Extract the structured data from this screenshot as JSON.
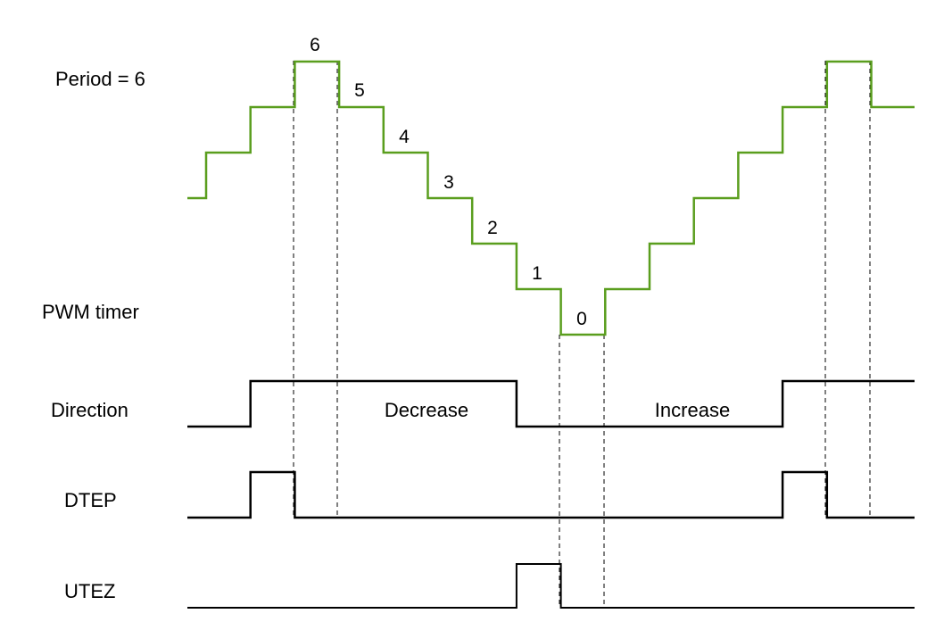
{
  "labels": {
    "period": "Period = 6",
    "pwm_timer": "PWM timer",
    "direction": "Direction",
    "dtep": "DTEP",
    "utez": "UTEZ"
  },
  "regions": {
    "decrease": "Decrease",
    "increase": "Increase"
  },
  "timer_values": [
    "6",
    "5",
    "4",
    "3",
    "2",
    "1",
    "0"
  ],
  "colors": {
    "timer_trace": "#5a9e1e",
    "logic_trace": "#000000",
    "guides": "#000000"
  },
  "signals": {
    "pwm_timer_counts": [
      3,
      4,
      5,
      6,
      5,
      4,
      3,
      2,
      1,
      0,
      1,
      2,
      3,
      4,
      5,
      6,
      5
    ],
    "direction_levels": [
      0,
      0,
      1,
      1,
      1,
      1,
      1,
      1,
      0,
      0,
      0,
      0,
      0,
      0,
      1,
      1
    ],
    "dtep_levels": [
      0,
      0,
      1,
      0,
      0,
      0,
      0,
      0,
      0,
      0,
      0,
      0,
      0,
      0,
      1,
      0
    ],
    "utez_levels": [
      0,
      0,
      0,
      0,
      0,
      0,
      0,
      0,
      1,
      0,
      0,
      0,
      0,
      0,
      0,
      0
    ]
  }
}
